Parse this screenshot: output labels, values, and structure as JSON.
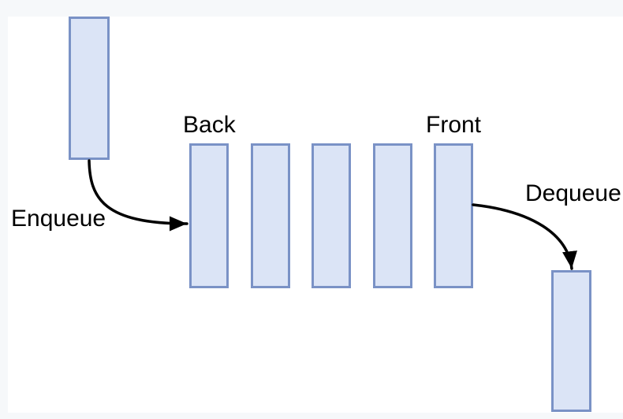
{
  "diagram": {
    "type": "queue-data-structure",
    "labels": {
      "back": "Back",
      "front": "Front",
      "enqueue": "Enqueue",
      "dequeue": "Dequeue"
    },
    "queue_cell_count": 5,
    "colors": {
      "cell_fill": "#dbe4f6",
      "cell_border": "#7a92c6",
      "arrow": "#000000",
      "canvas": "#ffffff",
      "page_background": "#f6f8fa",
      "label_text": "#000000"
    }
  }
}
